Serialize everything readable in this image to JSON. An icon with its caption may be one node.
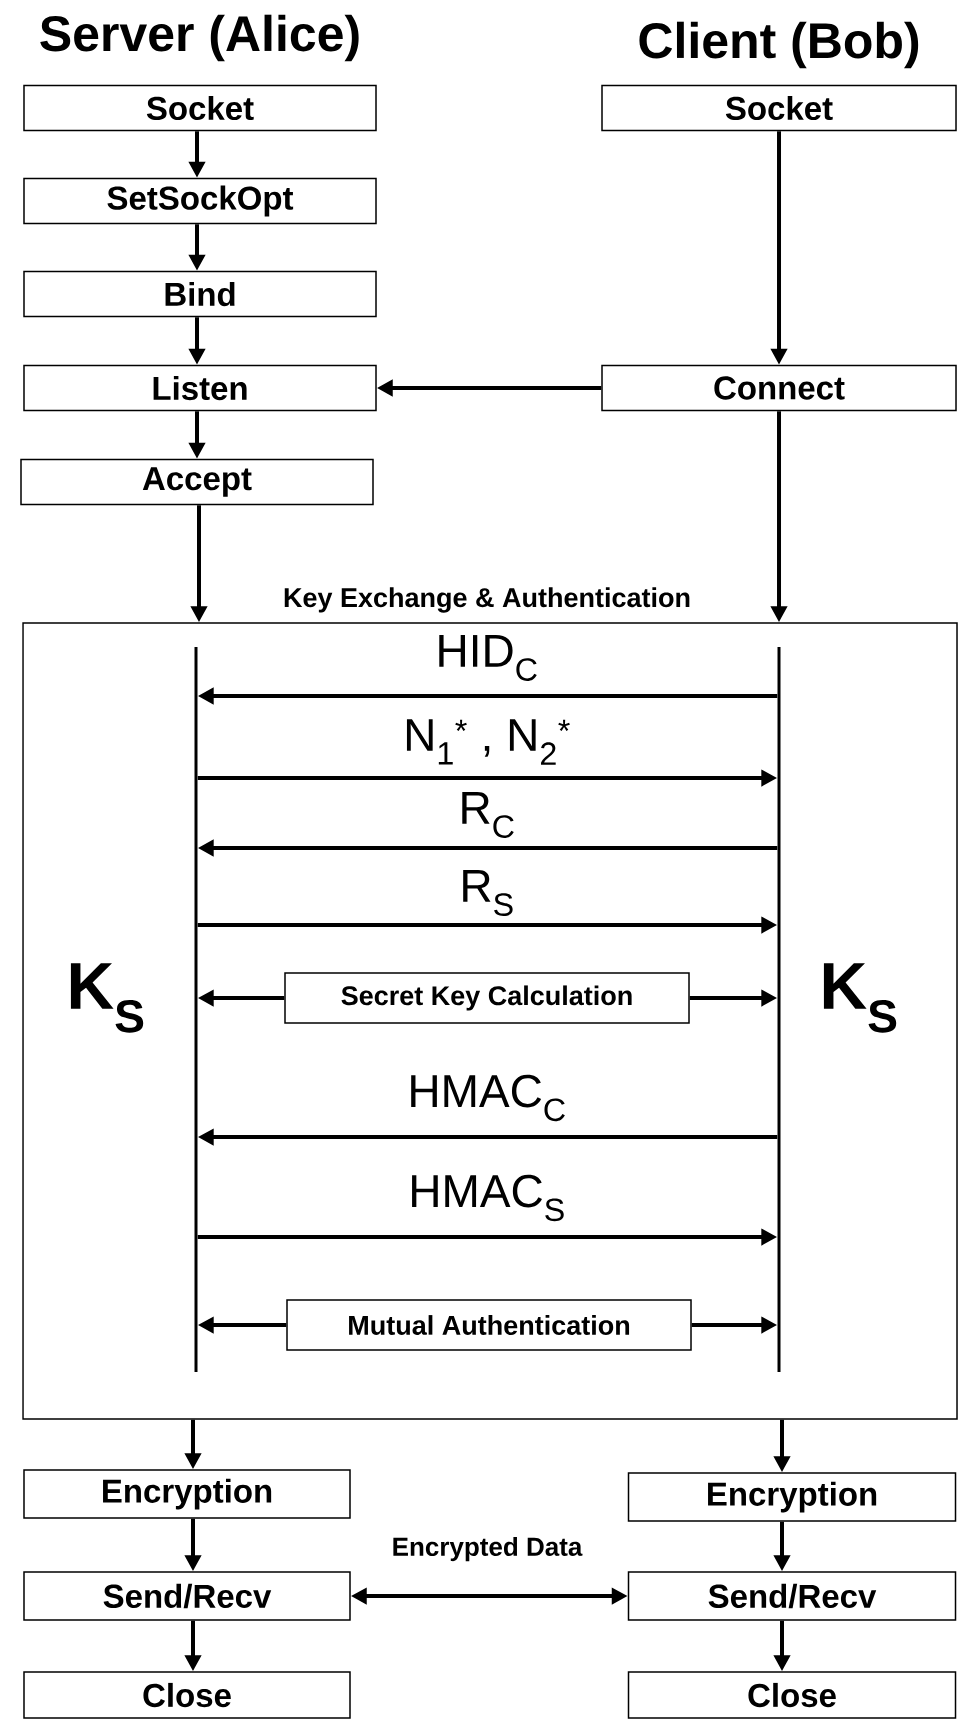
{
  "diagram": {
    "nodes": [
      {
        "text": [
          "Socket"
        ]
      },
      {
        "text": [
          "SetSockOpt"
        ]
      },
      {
        "text": [
          "Bind"
        ]
      },
      {
        "text": [
          "Listen"
        ]
      },
      {
        "text": [
          "Accept"
        ]
      },
      {
        "text": [
          "Socket"
        ]
      },
      {
        "text": [
          "Connect"
        ]
      },
      {
        "text": [
          "Key Exchange & Authentication"
        ]
      },
      {
        "text": [],
        "shape": "bar",
        "in": 7
      },
      {
        "text": [],
        "shape": "bar",
        "in": 7
      },
      {
        "text": [
          "Secret Key Calculation"
        ],
        "in": 7
      },
      {
        "text": [
          "Mutual Authentication"
        ],
        "in": 7
      },
      {
        "text": [
          "Encryption"
        ]
      },
      {
        "text": [
          "Send/Recv"
        ]
      },
      {
        "text": [
          "Close"
        ]
      },
      {
        "text": [
          "Encryption"
        ]
      },
      {
        "text": [
          "Send/Recv"
        ]
      },
      {
        "text": [
          "Close"
        ]
      }
    ],
    "edges": [
      {
        "from": 0,
        "to": 1,
        "arrow": "to"
      },
      {
        "from": 1,
        "to": 2,
        "arrow": "to"
      },
      {
        "from": 2,
        "to": 3,
        "arrow": "to"
      },
      {
        "from": 3,
        "to": 4,
        "arrow": "to"
      },
      {
        "from": 5,
        "to": 6,
        "arrow": "to"
      },
      {
        "from": 6,
        "to": 3,
        "arrow": "to"
      },
      {
        "from": 4,
        "to": 7,
        "arrow": "to"
      },
      {
        "from": 6,
        "to": 7,
        "arrow": "to"
      },
      {
        "from": 9,
        "to": 8,
        "arrow": "to",
        "label": "HID$_{C}$"
      },
      {
        "from": 8,
        "to": 9,
        "arrow": "to",
        "label": "N$_{1}$$^{*}$ , N$_{2}$$^{*}$"
      },
      {
        "from": 9,
        "to": 8,
        "arrow": "to",
        "label": "R$_{C}$"
      },
      {
        "from": 8,
        "to": 9,
        "arrow": "to",
        "label": "R$_{S}$"
      },
      {
        "from": 10,
        "to": 8,
        "arrow": "to"
      },
      {
        "from": 10,
        "to": 9,
        "arrow": "to"
      },
      {
        "from": 9,
        "to": 8,
        "arrow": "to",
        "label": "HMAC$_{C}$"
      },
      {
        "from": 8,
        "to": 9,
        "arrow": "to",
        "label": "HMAC$_{S}$"
      },
      {
        "from": 11,
        "to": 8,
        "arrow": "to"
      },
      {
        "from": 11,
        "to": 9,
        "arrow": "to"
      },
      {
        "from": 7,
        "to": 12,
        "arrow": "to"
      },
      {
        "from": 7,
        "to": 15,
        "arrow": "to"
      },
      {
        "from": 12,
        "to": 13,
        "arrow": "to"
      },
      {
        "from": 13,
        "to": 14,
        "arrow": "to"
      },
      {
        "from": 15,
        "to": 16,
        "arrow": "to"
      },
      {
        "from": 16,
        "to": 17,
        "arrow": "to"
      },
      {
        "from": 13,
        "to": 16,
        "arrow": "both",
        "label": "Encrypted Data"
      }
    ],
    "labels": [
      "Server (Alice)",
      "Client (Bob)",
      "K$_{S}$",
      "K$_{S}$"
    ]
  }
}
